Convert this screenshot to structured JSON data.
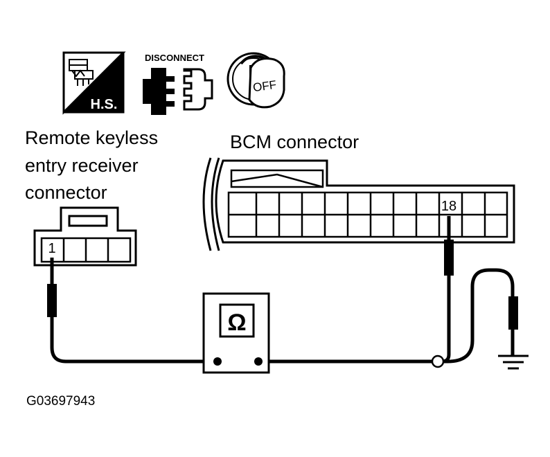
{
  "icons": {
    "harness": {
      "name": "harness-icon",
      "label": "H.S."
    },
    "disconnect": {
      "name": "disconnect-icon",
      "label": "DISCONNECT"
    },
    "ignition": {
      "name": "ignition-key-icon",
      "label": "OFF"
    }
  },
  "labels": {
    "remote_line1": "Remote keyless",
    "remote_line2": "entry receiver",
    "remote_line3": "connector",
    "bcm": "BCM connector"
  },
  "remote_connector": {
    "terminal": "1"
  },
  "bcm_connector": {
    "terminal": "18"
  },
  "meter": {
    "symbol": "Ω"
  },
  "figure_id": "G03697943"
}
